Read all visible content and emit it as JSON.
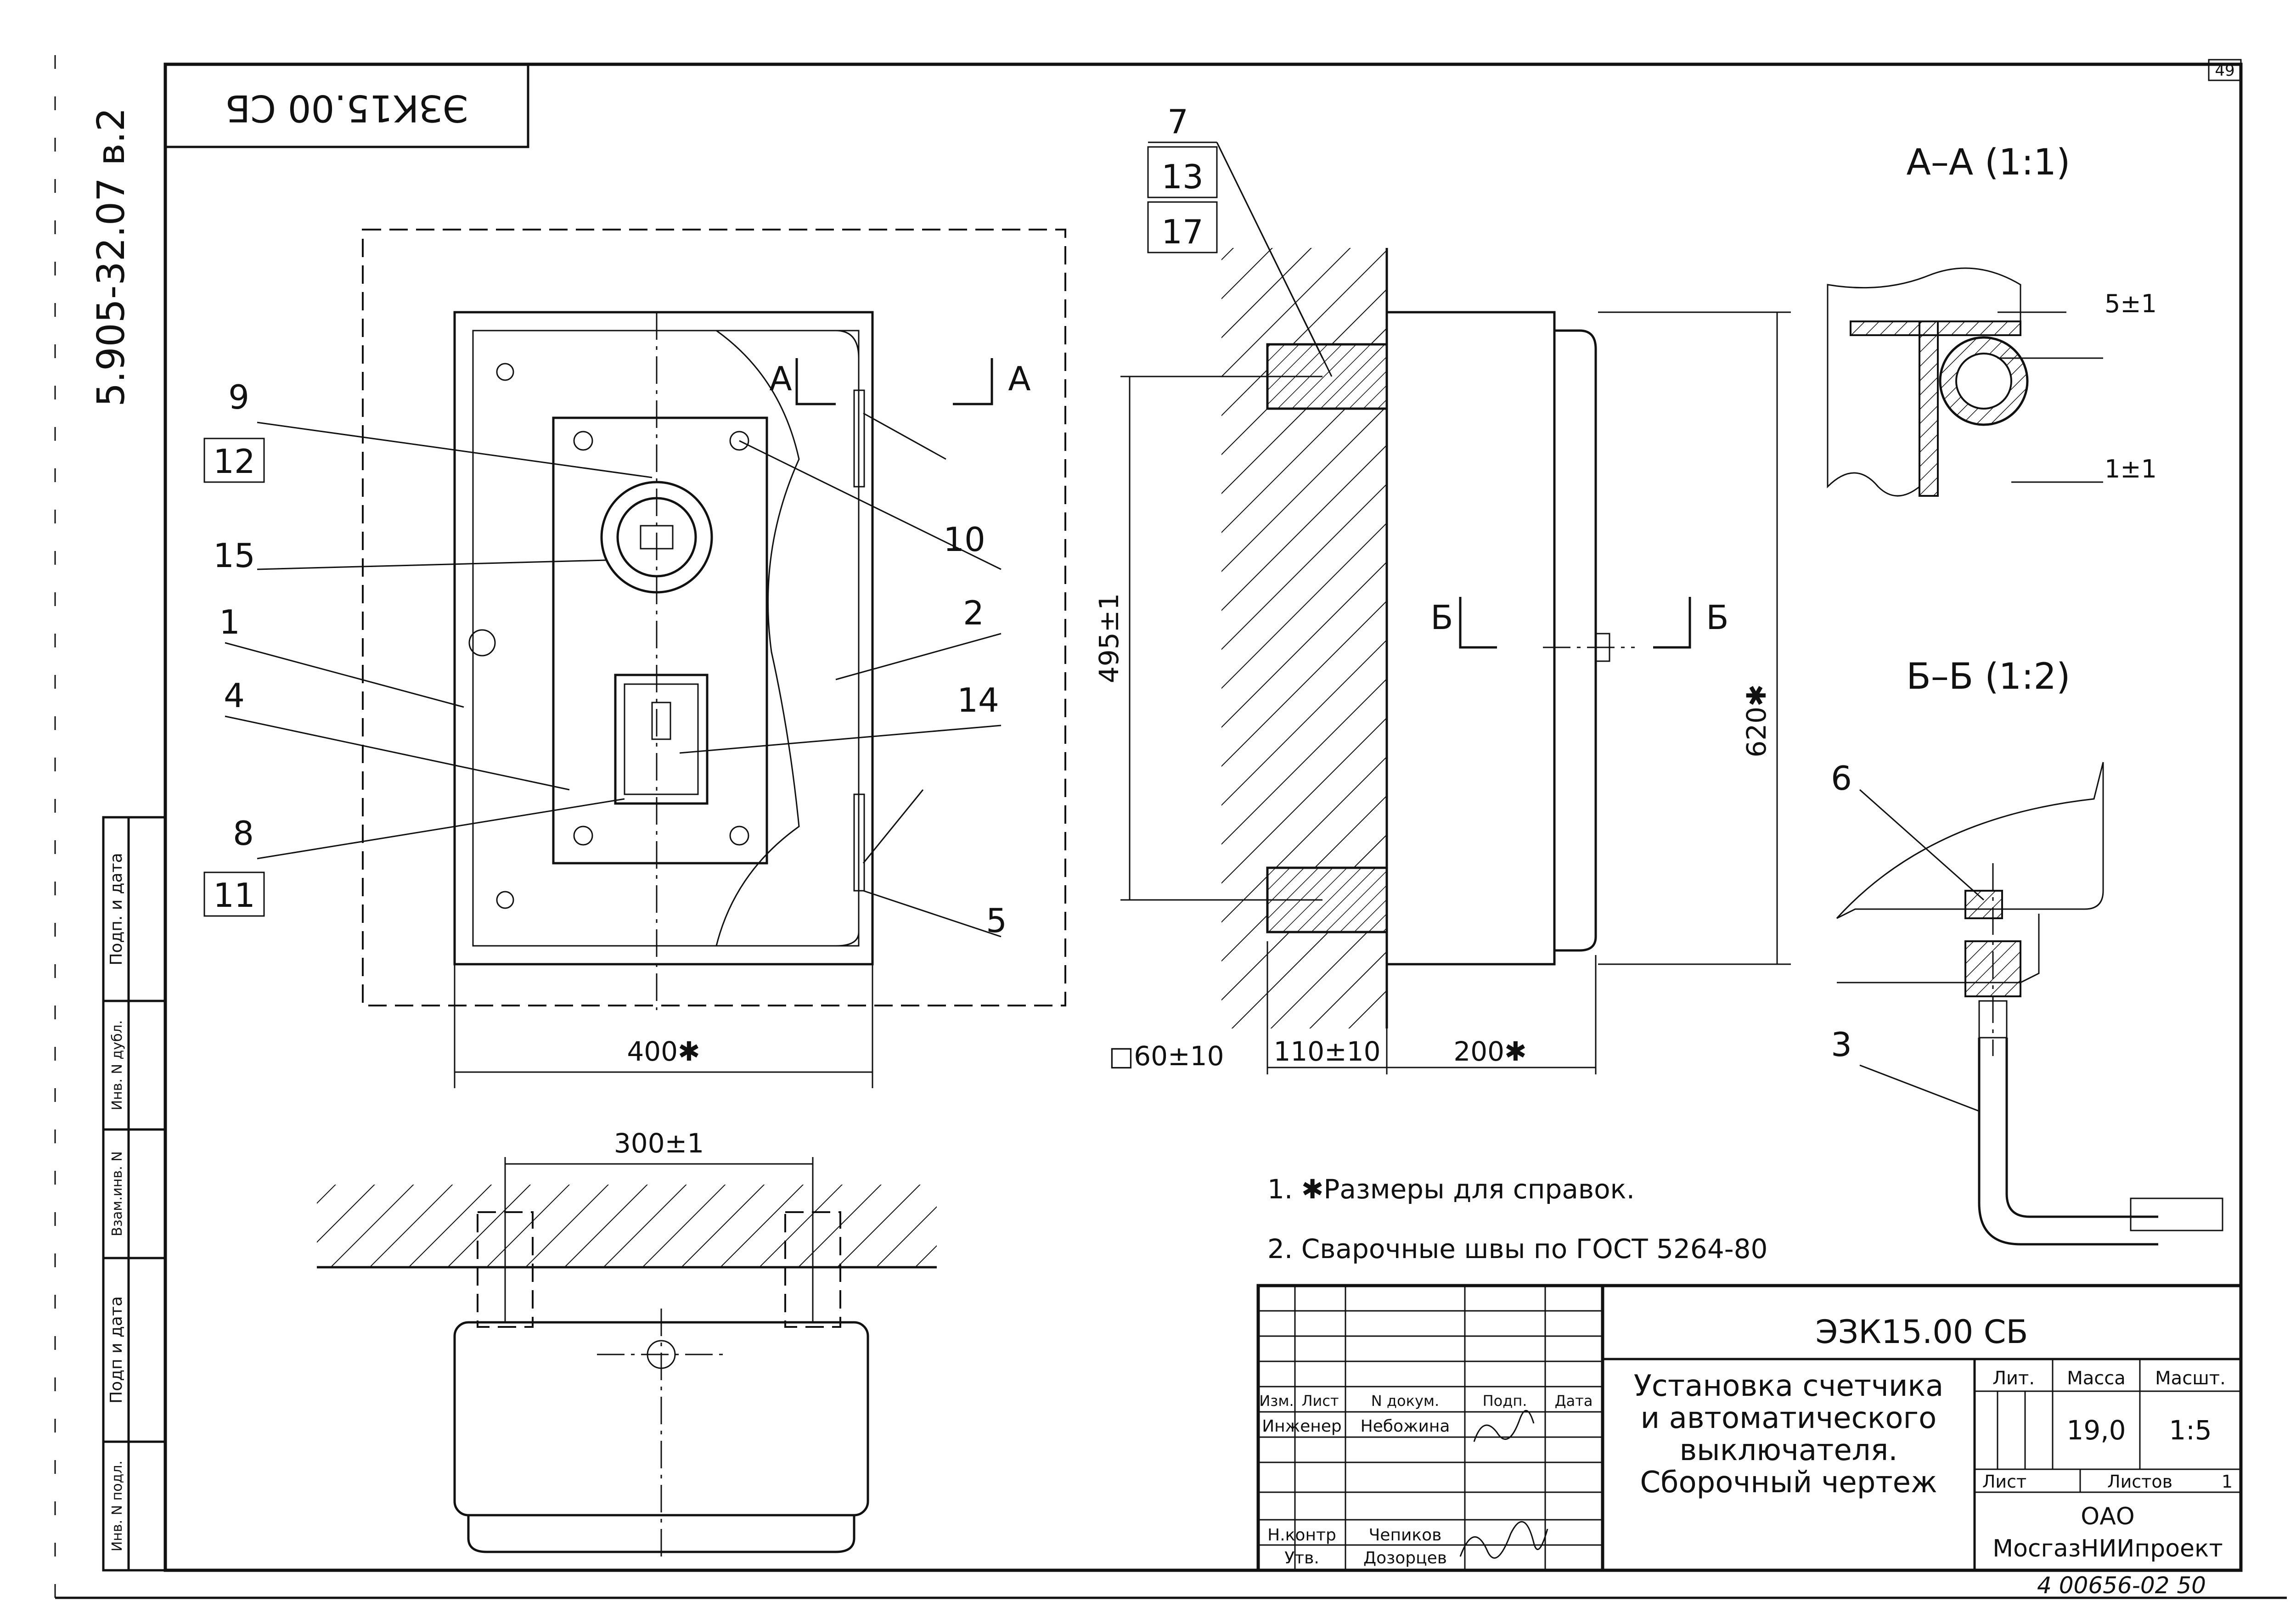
{
  "sheet": {
    "sheet_number": "49",
    "stamp_code_rotated": "ЭЗК15.00 СБ",
    "side_doc_code": "5.905-32.07 в.2",
    "archive_number": "4 00656-02 50"
  },
  "side_stamp": {
    "rows": [
      "Подп. и дата",
      "Инв. N дубл.",
      "Взам.инв. N",
      "Подп и дата",
      "Инв. N подл."
    ]
  },
  "front_view": {
    "callouts": [
      "9",
      "12",
      "15",
      "1",
      "4",
      "8",
      "11",
      "10",
      "2",
      "14",
      "5"
    ],
    "section_marks": [
      "А",
      "А"
    ],
    "dim_width": "400✱"
  },
  "side_view": {
    "callouts": [
      "7",
      "13",
      "17"
    ],
    "section_marks": [
      "Б",
      "Б"
    ],
    "dim_height_inner": "495±1",
    "dim_height_total": "620✱",
    "dim_square": "□60±10",
    "dim_depth_1": "110±10",
    "dim_depth_2": "200✱"
  },
  "top_view": {
    "dim_spacing": "300±1"
  },
  "section_aa": {
    "title": "А–А (1:1)",
    "dim_1": "5±1",
    "dim_2": "1±1"
  },
  "section_bb": {
    "title": "Б–Б (1:2)",
    "callouts": [
      "6",
      "3"
    ]
  },
  "notes": [
    "1. ✱Размеры для справок.",
    "2. Сварочные швы по ГОСТ 5264-80"
  ],
  "title_block": {
    "doc_code": "ЭЗК15.00 СБ",
    "title_lines": [
      "Установка счетчика",
      "и автоматического",
      "выключателя.",
      "Сборочный чертеж"
    ],
    "col_headers": [
      "Изм.",
      "Лист",
      "N докум.",
      "Подп.",
      "Дата"
    ],
    "roles": [
      {
        "role": "Инженер",
        "name": "Небожина"
      },
      {
        "role": "Н.контр",
        "name": "Чепиков"
      },
      {
        "role": "Утв.",
        "name": "Дозорцев"
      }
    ],
    "lit_label": "Лит.",
    "mass_label": "Масса",
    "scale_label": "Масшт.",
    "mass_value": "19,0",
    "scale_value": "1:5",
    "sheet_label": "Лист",
    "sheets_label": "Листов",
    "sheets_value": "1",
    "org_lines": [
      "ОАО",
      "МосгазНИИпроект"
    ]
  }
}
